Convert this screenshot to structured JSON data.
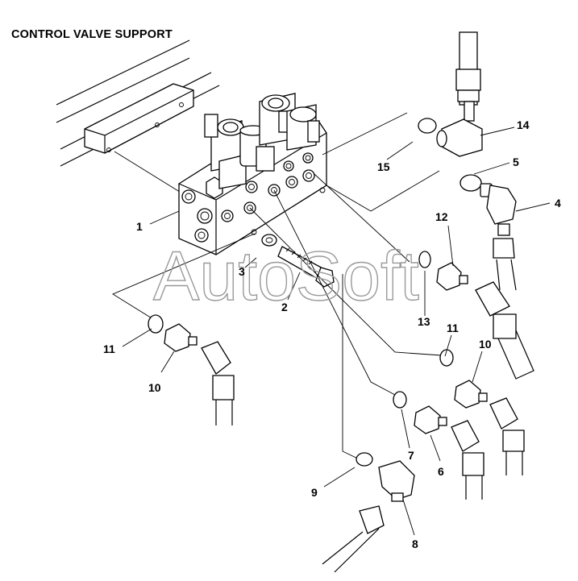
{
  "title": "CONTROL VALVE SUPPORT",
  "watermark": "AutoSoft",
  "callouts": [
    "1",
    "2",
    "3",
    "4",
    "5",
    "6",
    "7",
    "8",
    "9",
    "10",
    "10",
    "11",
    "11",
    "12",
    "13",
    "14",
    "15"
  ]
}
